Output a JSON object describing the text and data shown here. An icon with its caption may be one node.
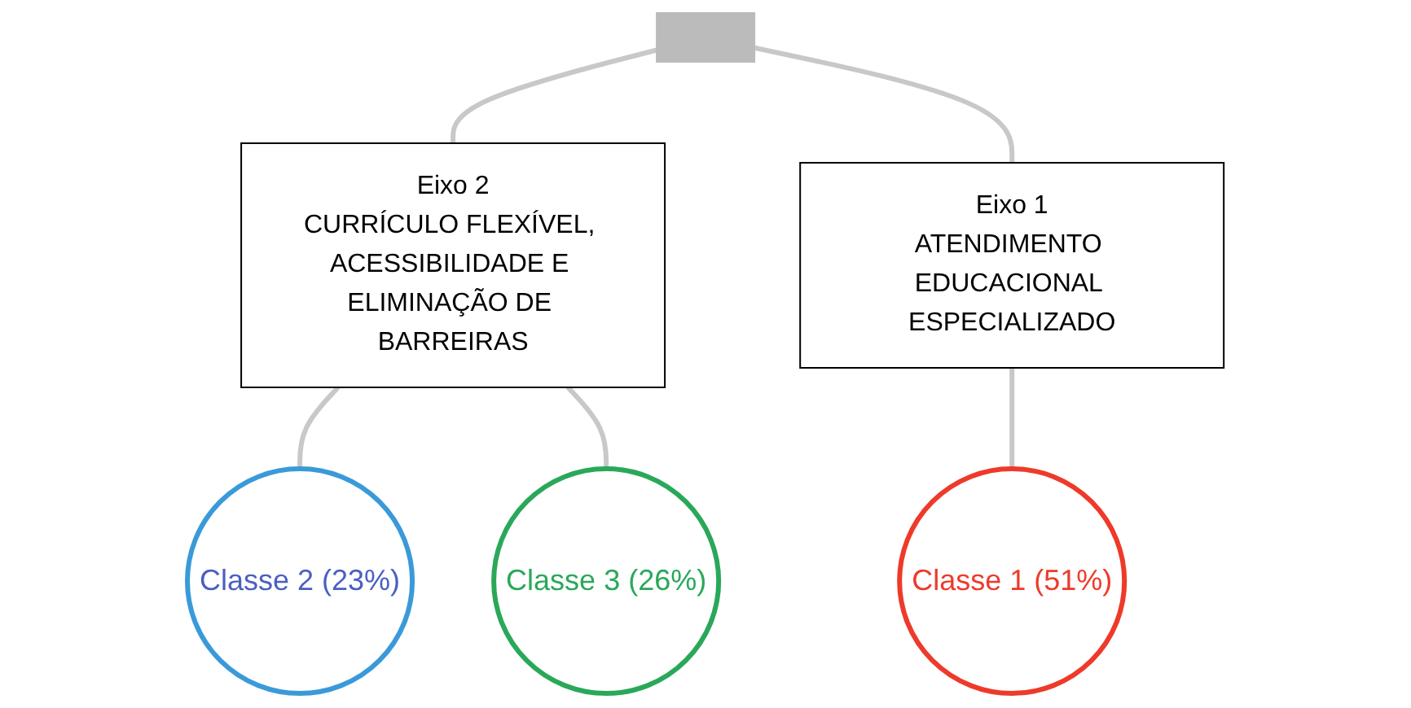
{
  "diagram": {
    "nodes": [
      {
        "text": [],
        "shape": "bar"
      },
      {
        "text": [
          "Eixo 2",
          "CURRÍCULO FLEXÍVEL, ACESSIBILIDADE E ELIMINAÇÃO DE BARREIRAS"
        ]
      },
      {
        "text": [
          "Eixo 1",
          "ATENDIMENTO EDUCACIONAL ESPECIALIZADO"
        ]
      },
      {
        "text": [
          "Classe 2 (23%)"
        ]
      },
      {
        "text": [
          "Classe 3 (26%)"
        ]
      },
      {
        "text": [
          "Classe 1 (51%)"
        ]
      }
    ],
    "edges": [
      {
        "from": 0,
        "to": 1,
        "arrow": "none"
      },
      {
        "from": 0,
        "to": 2,
        "arrow": "none"
      },
      {
        "from": 1,
        "to": 3,
        "arrow": "none"
      },
      {
        "from": 1,
        "to": 4,
        "arrow": "none"
      },
      {
        "from": 2,
        "to": 5,
        "arrow": "none"
      }
    ]
  }
}
